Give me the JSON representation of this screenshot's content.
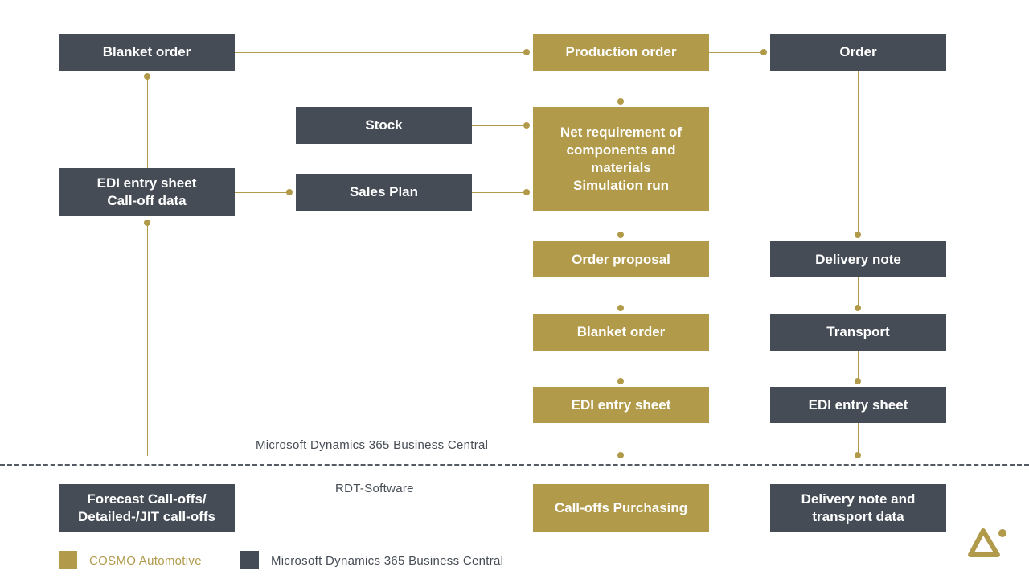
{
  "colors": {
    "gold": "#b19a4a",
    "dark": "#454c55",
    "connector": "#b19a4a",
    "divider": "#555b63"
  },
  "boxes": {
    "blanket_order_left": "Blanket order",
    "production_order": "Production order",
    "order": "Order",
    "stock": "Stock",
    "net_requirement": "Net requirement of\ncomponents and\nmaterials\nSimulation run",
    "edi_callof": "EDI entry sheet\nCall-off data",
    "sales_plan": "Sales Plan",
    "order_proposal": "Order proposal",
    "delivery_note": "Delivery note",
    "blanket_order_mid": "Blanket order",
    "transport": "Transport",
    "edi_mid": "EDI entry sheet",
    "edi_right": "EDI entry sheet",
    "forecast": "Forecast Call-offs/\nDetailed-/JIT call-offs",
    "calloffs_purchasing": "Call-offs Purchasing",
    "delivery_transport": "Delivery note and\ntransport data"
  },
  "zones": {
    "upper": "Microsoft Dynamics 365 Business Central",
    "lower": "RDT-Software"
  },
  "legend": {
    "cosmo": {
      "label": "COSMO Automotive",
      "color": "#b19a4a"
    },
    "msd": {
      "label": "Microsoft Dynamics 365 Business Central",
      "color": "#454c55"
    }
  },
  "logo": {
    "icon": "cosmo-triangle-logo"
  }
}
